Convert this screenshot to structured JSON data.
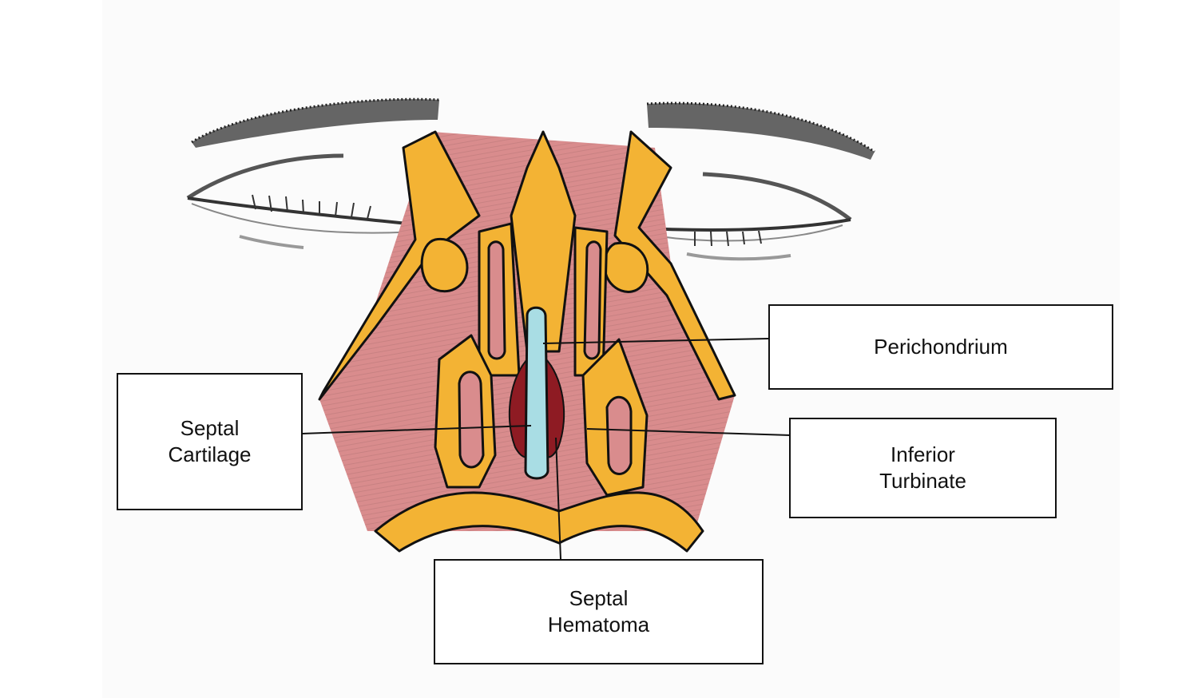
{
  "colors": {
    "bone": "#f3b334",
    "mucosa": "#d98c8d",
    "septal_cartilage": "#a9dde4",
    "hematoma": "#8e1b23",
    "eyebrow": "#3a3a3a",
    "outline": "#111111"
  },
  "labels": {
    "perichondrium": {
      "line1": "Perichondrium"
    },
    "septal_cartilage": {
      "line1": "Septal",
      "line2": "Cartilage"
    },
    "inferior_turbinate": {
      "line1": "Inferior",
      "line2": "Turbinate"
    },
    "septal_hematoma": {
      "line1": "Septal",
      "line2": "Hematoma"
    }
  }
}
